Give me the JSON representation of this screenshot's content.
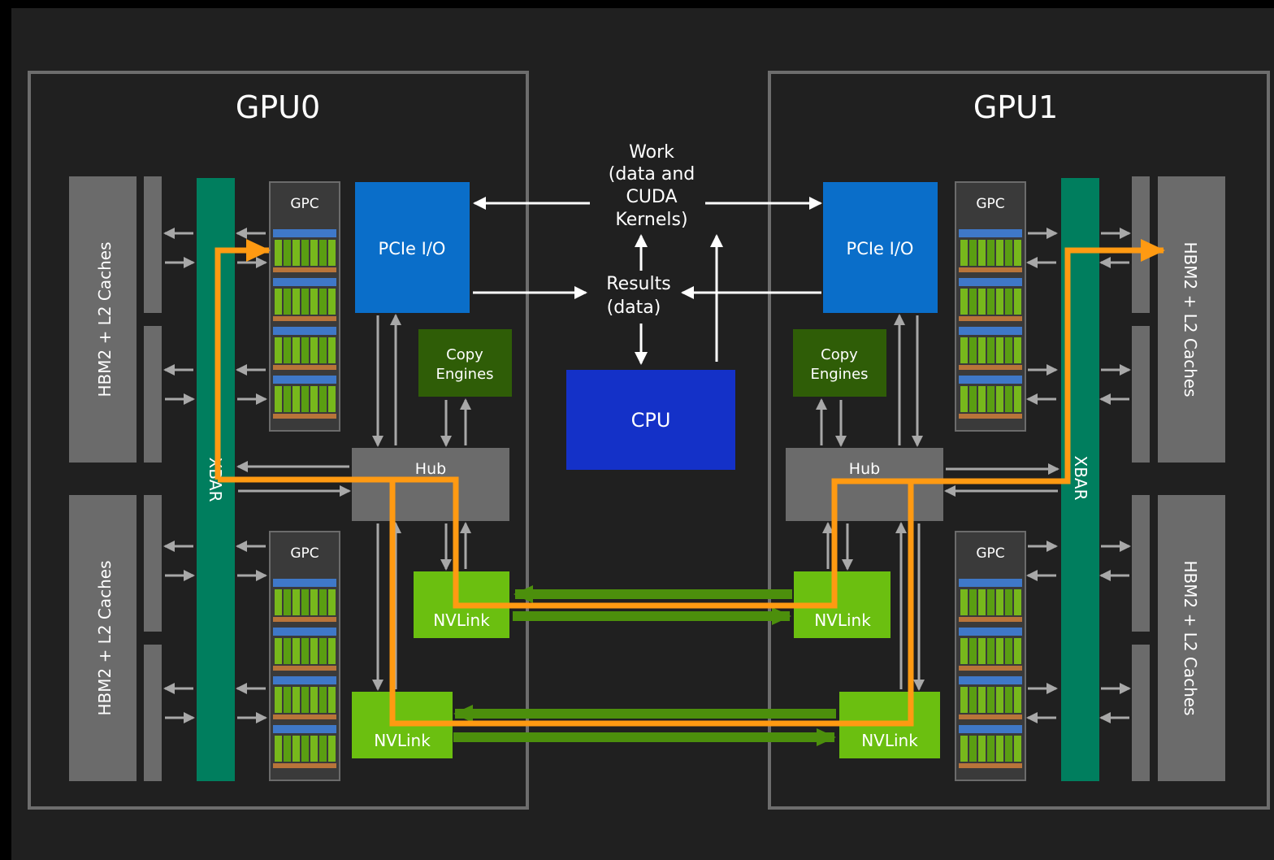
{
  "colors": {
    "background": "#202020",
    "panel_border": "#6d6d6d",
    "block_gray": "#6b6b6b",
    "xbar": "#007e5e",
    "pcie": "#0a6ec9",
    "cpu": "#1431c8",
    "copy_engines": "#2f5d07",
    "nvlink": "#6bbf10",
    "nvlink_arrow": "#4c8f0c",
    "data_path": "#ff9a12",
    "text": "#ffffff"
  },
  "gpu0": {
    "title": "GPU0",
    "memory_label_top": "HBM2 + L2 Caches",
    "memory_label_bottom": "HBM2 + L2 Caches",
    "xbar_label": "XBAR",
    "gpc_top": "GPC",
    "gpc_bottom": "GPC",
    "pcie_label": "PCIe I/O",
    "copy_engines_line1": "Copy",
    "copy_engines_line2": "Engines",
    "hub_label": "Hub",
    "nvlink_upper": "NVLink",
    "nvlink_lower": "NVLink"
  },
  "gpu1": {
    "title": "GPU1",
    "memory_label_top": "HBM2 + L2 Caches",
    "memory_label_bottom": "HBM2 + L2 Caches",
    "xbar_label": "XBAR",
    "gpc_top": "GPC",
    "gpc_bottom": "GPC",
    "pcie_label": "PCIe I/O",
    "copy_engines_line1": "Copy",
    "copy_engines_line2": "Engines",
    "hub_label": "Hub",
    "nvlink_upper": "NVLink",
    "nvlink_lower": "NVLink"
  },
  "host": {
    "cpu_label": "CPU",
    "work_line1": "Work",
    "work_line2": "(data and",
    "work_line3": "CUDA",
    "work_line4": "Kernels)",
    "results_line1": "Results",
    "results_line2": "(data)"
  }
}
